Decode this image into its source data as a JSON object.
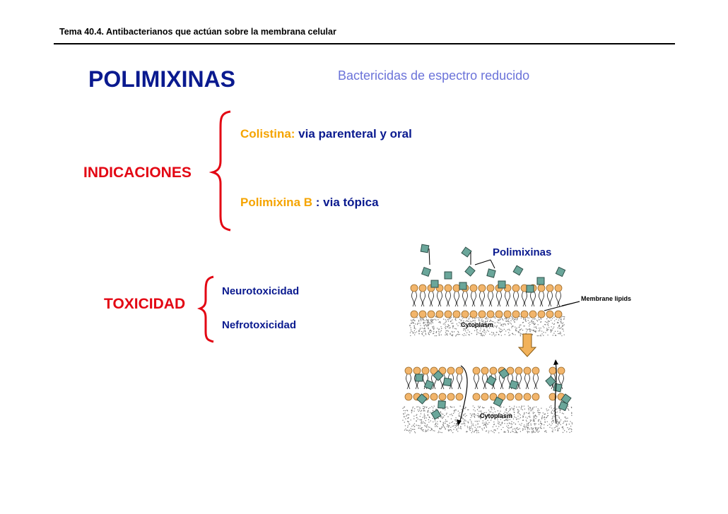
{
  "header": {
    "text": "Tema 40.4. Antibacterianos que actúan sobre la membrana celular"
  },
  "title": "POLIMIXINAS",
  "subtitle": "Bactericidas de espectro reducido",
  "indicaciones": {
    "label": "INDICACIONES",
    "items": [
      {
        "name": "Colistina:",
        "detail": " via parenteral y oral"
      },
      {
        "name": "Polimixina B",
        "detail": " : via tópica"
      }
    ]
  },
  "toxicidad": {
    "label": "TOXICIDAD",
    "items": [
      "Neurotoxicidad",
      "Nefrotoxicidad"
    ]
  },
  "figure": {
    "title": "Polimixinas",
    "membrane_label": "Membrane lipids",
    "cytoplasm_label_top": "Cytoplasm",
    "cytoplasm_label_bottom": "Cytoplasm"
  },
  "colors": {
    "navy": "#0a1a8f",
    "red": "#e30613",
    "orange": "#f5a400",
    "lavender": "#6b73d9"
  }
}
